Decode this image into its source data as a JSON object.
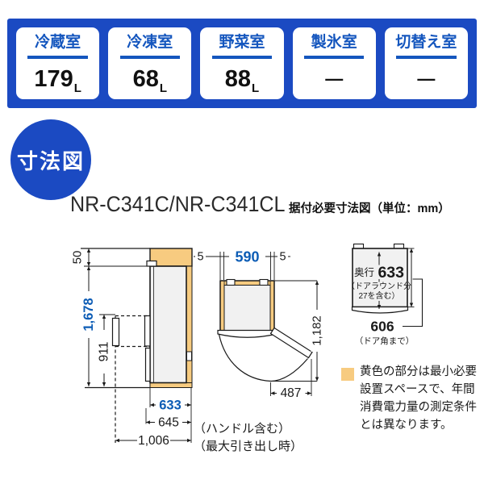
{
  "header": {
    "cells": [
      {
        "label": "冷蔵室",
        "value": "179",
        "unit": "L"
      },
      {
        "label": "冷凍室",
        "value": "68",
        "unit": "L"
      },
      {
        "label": "野菜室",
        "value": "88",
        "unit": "L"
      },
      {
        "label": "製氷室",
        "value": "—",
        "unit": ""
      },
      {
        "label": "切替え室",
        "value": "—",
        "unit": ""
      }
    ]
  },
  "section_header": {
    "badge": "寸法図",
    "model": "NR-C341C/NR-C341CL",
    "subtitle": "据付必要寸法図（単位：mm）"
  },
  "dims": {
    "side": {
      "top_clearance": "50",
      "total_height": "1,678",
      "pullout_height": "911",
      "depth_body": "633",
      "depth_handle": "645",
      "depth_pullout": "1,006",
      "caption_handle": "（ハンドル含む）",
      "caption_pullout": "（最大引き出し時）"
    },
    "top": {
      "clearance_left": "5",
      "width": "590",
      "clearance_right": "5",
      "depth_open": "1,182",
      "swing": "487"
    },
    "depth": {
      "label": "奥行",
      "value": "633",
      "note1": "（ドアラウンド分",
      "note2": "27を含む）",
      "corner": "606",
      "corner_note": "（ドア角まで）"
    }
  },
  "legend": {
    "lines": [
      "黄色の部分は最小必要",
      "設置スペースで、年間",
      "消費電力量の測定条件",
      "とは異なります。"
    ]
  },
  "colors": {
    "banner_blue": "#1b4ac2",
    "label_blue": "#1456be",
    "dim_blue": "#0c5cb5",
    "space_yellow": "#f7cb80",
    "body_gray": "#f1f1f1",
    "line_dark": "#1a1a1a"
  }
}
